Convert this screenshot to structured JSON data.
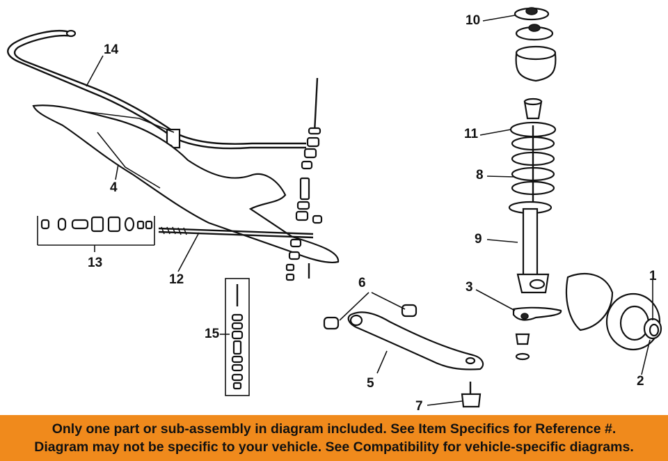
{
  "callouts": {
    "c1": "1",
    "c2": "2",
    "c3": "3",
    "c4": "4",
    "c5": "5",
    "c6": "6",
    "c7": "7",
    "c8": "8",
    "c9": "9",
    "c10": "10",
    "c11": "11",
    "c12": "12",
    "c13": "13",
    "c14": "14",
    "c15": "15"
  },
  "banner": {
    "line1": "Only one part or sub-assembly in diagram included. See Item Specifics for Reference #.",
    "line2": "Diagram may not be specific to your vehicle. See Compatibility for vehicle-specific diagrams."
  },
  "colors": {
    "banner_bg": "#f08a1c",
    "ink": "#111111"
  }
}
